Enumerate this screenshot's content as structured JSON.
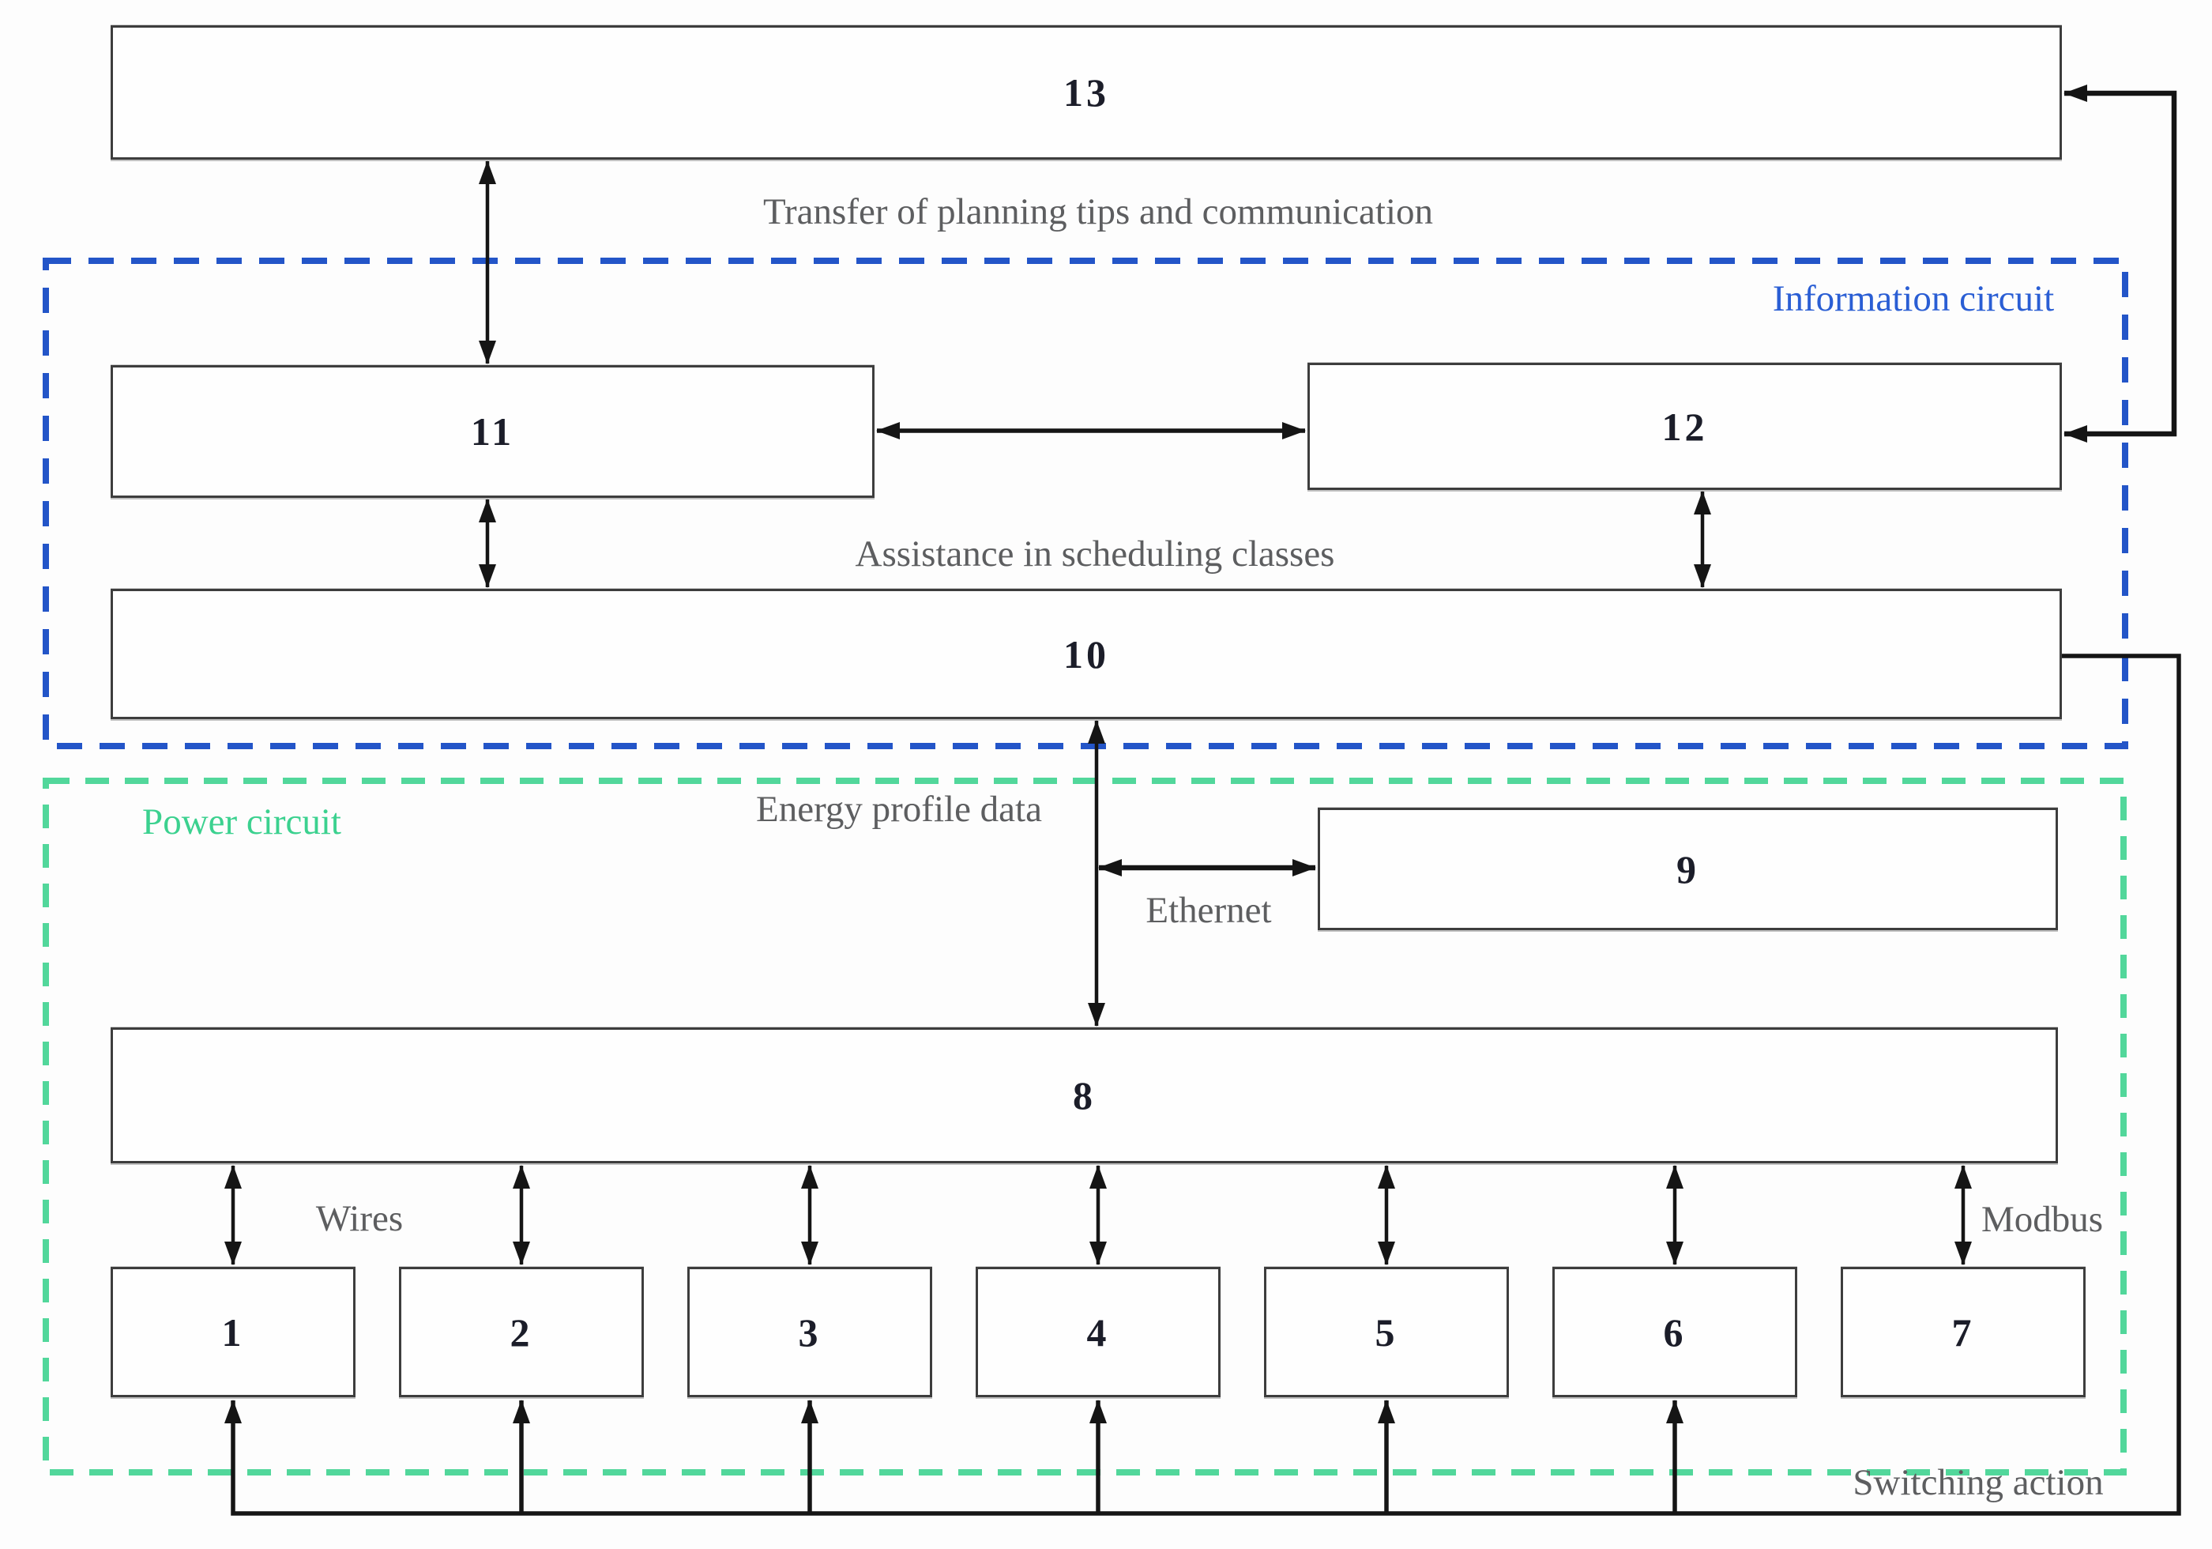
{
  "boxes": {
    "b1": {
      "label": "1"
    },
    "b2": {
      "label": "2"
    },
    "b3": {
      "label": "3"
    },
    "b4": {
      "label": "4"
    },
    "b5": {
      "label": "5"
    },
    "b6": {
      "label": "6"
    },
    "b7": {
      "label": "7"
    },
    "b8": {
      "label": "8"
    },
    "b9": {
      "label": "9"
    },
    "b10": {
      "label": "10"
    },
    "b11": {
      "label": "11"
    },
    "b12": {
      "label": "12"
    },
    "b13": {
      "label": "13"
    }
  },
  "labels": {
    "transfer": "Transfer of planning tips and communication",
    "information_circuit": "Information circuit",
    "assistance": "Assistance in scheduling classes",
    "energy_profile": "Energy profile data",
    "ethernet": "Ethernet",
    "power_circuit": "Power circuit",
    "wires": "Wires",
    "modbus": "Modbus",
    "switching_action": "Switching action"
  },
  "colors": {
    "information_blue": "#2355c8",
    "information_text": "#2a5ed4",
    "power_green": "#52d79b",
    "power_text": "#3bd18f",
    "label_gray": "#5d5e60",
    "line_black": "#151515",
    "box_border": "#3d3d3d",
    "number_text": "#1b1d29",
    "background": "#fdfdfd"
  }
}
